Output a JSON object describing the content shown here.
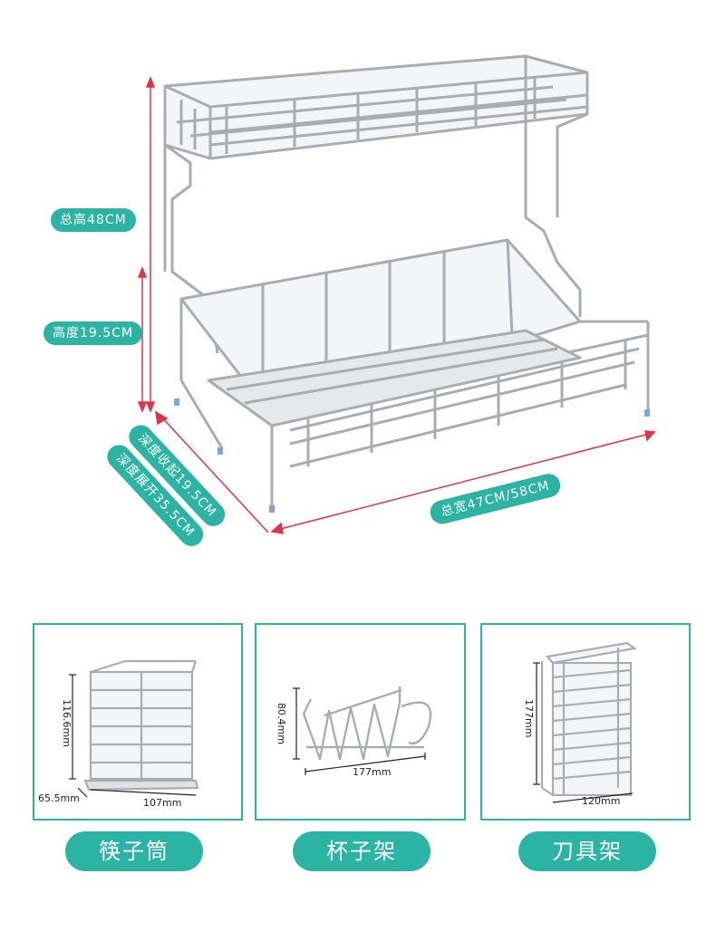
{
  "main_product": {
    "total_height": "总高48CM",
    "tier_height": "高度19.5CM",
    "depth_folded": "深度收起19.5CM",
    "depth_expanded": "深度展开35.5CM",
    "total_width": "总宽47CM/58CM"
  },
  "accessories": [
    {
      "name": "筷子筒",
      "height": "116.6mm",
      "depth": "65.5mm",
      "width": "107mm"
    },
    {
      "name": "杯子架",
      "height": "80.4mm",
      "width": "177mm"
    },
    {
      "name": "刀具架",
      "height": "177mm",
      "width": "120mm"
    }
  ],
  "colors": {
    "accent": "#2bb3a3",
    "dimension_line": "#e0334a",
    "metal": "#b8bcc2"
  }
}
